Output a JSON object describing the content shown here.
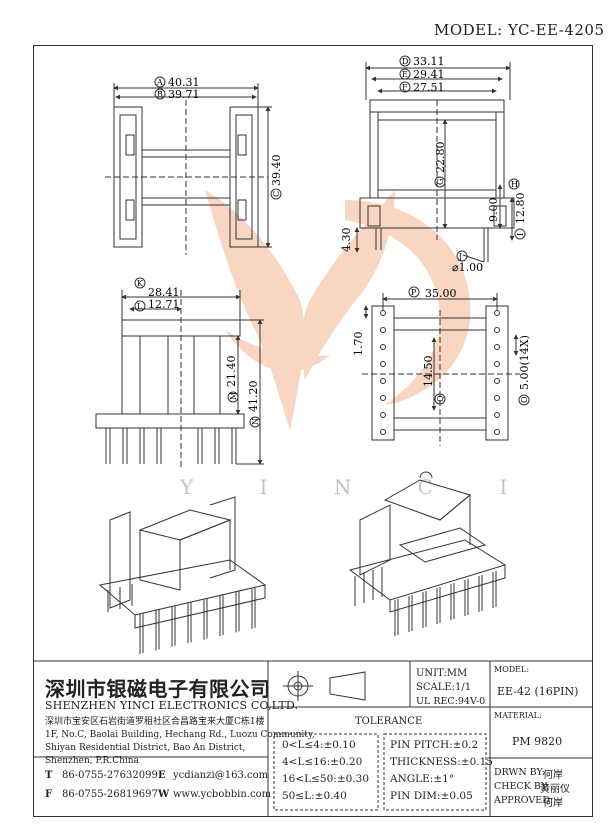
{
  "header": {
    "model": "MODEL: YC-EE-4205"
  },
  "watermark": {
    "text": "Y I N C I",
    "color": "#f0a680"
  },
  "views": {
    "top_left": {
      "a_label": "A",
      "a_value": "40.31",
      "b_label": "B",
      "b_value": "39.71",
      "c_label": "C",
      "c_value": "39.40"
    },
    "top_right": {
      "d_label": "D",
      "d_value": "33.11",
      "e_label": "E",
      "e_value": "29.41",
      "f_label": "F",
      "f_value": "27.51",
      "g_label": "G",
      "g_value": "22.80",
      "h_label": "H",
      "i_label": "I",
      "nine": "9.00",
      "twelve": "12.80",
      "left_430": "4.30",
      "j_label": "J",
      "j_value": "⌀1.00"
    },
    "mid_left": {
      "k_label": "K",
      "k_value": "28.41",
      "l_label": "L",
      "l_value": "12.71",
      "m_label": "M",
      "m_value": "21.40",
      "n_label": "N",
      "n_value": "41.20"
    },
    "mid_right": {
      "p_label": "P",
      "p_value": "35.00",
      "q_label": "Q",
      "q_value": "14.50",
      "o_label": "O",
      "o_value": "5.00(14X)",
      "v170": "1.70"
    }
  },
  "title_block": {
    "company_cn": "深圳市银磁电子有限公司",
    "company_en": "SHENZHEN YINCI ELECTRONICS CO,LTD.",
    "address": [
      "深圳市宝安区石岩街道罗租社区合昌路宝来大厦C栋1楼",
      "1F, No.C, Baolai Building, Hechang Rd., Luozu Community,",
      "Shiyan Residential District, Bao An District,",
      "Shenzhen, P.R.China"
    ],
    "tel_letter": "T",
    "tel": "86-0755-27632099",
    "fax_letter": "F",
    "fax": "86-0755-26819697",
    "email_letter": "E",
    "email": "ycdianzi@163.com",
    "web_letter": "W",
    "web": "www.ycbobbin.com",
    "unit": "UNIT:MM",
    "scale": "SCALE:1/1",
    "ul": "UL REC:94V-0",
    "tolerance_title": "TOLERANCE",
    "tol_left": [
      "0<L≤4:±0.10",
      "4<L≤16:±0.20",
      "16<L≤50:±0.30",
      "50≤L:±0.40"
    ],
    "tol_right": [
      "PIN PITCH:±0.2",
      "THICKNESS:±0.15",
      "ANGLE:±1°",
      "PIN DIM:±0.05"
    ],
    "model_label": "MODEL:",
    "model_value": "EE-42 (16PIN)",
    "material_label": "MATERIAL:",
    "material_value": "PM 9820",
    "drawn_label": "DRWN BY:",
    "drawn_value": "何岸",
    "check_label": "CHECK BY:",
    "check_value": "黄丽仪",
    "approved_label": "APPROVED:",
    "approved_value": "何岸"
  }
}
